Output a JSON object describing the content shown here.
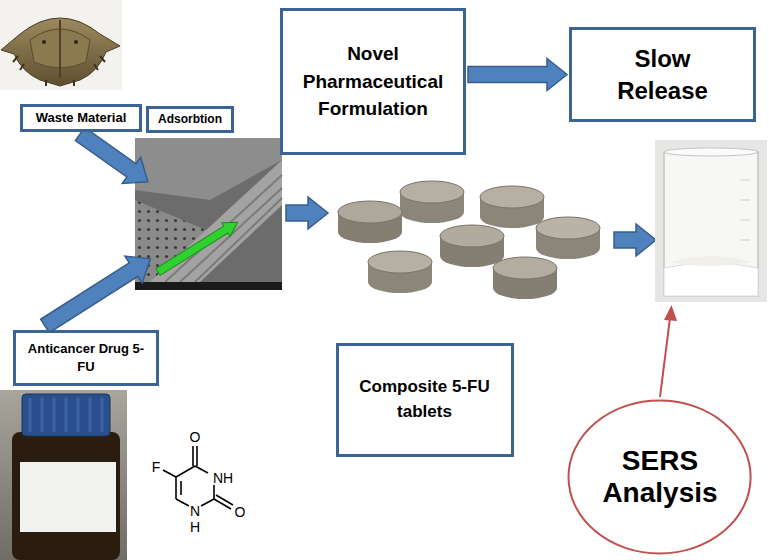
{
  "diagram": {
    "nodes": [
      {
        "text": [
          "Novel Pharmaceutical Formulation"
        ]
      },
      {
        "text": [
          "Slow Release"
        ]
      },
      {
        "text": [
          "Waste Material"
        ]
      },
      {
        "text": [
          "Adsorbtion"
        ]
      },
      {
        "text": [
          "Anticancer Drug 5-FU"
        ]
      },
      {
        "text": [
          "Composite 5-FU tablets"
        ]
      },
      {
        "text": [
          "SERS Analysis"
        ]
      }
    ],
    "edges": [
      {
        "from": 0,
        "to": 1,
        "arrow": "to"
      }
    ],
    "labels": [
      "O",
      "F",
      "NH",
      "O",
      "N",
      "H"
    ]
  }
}
